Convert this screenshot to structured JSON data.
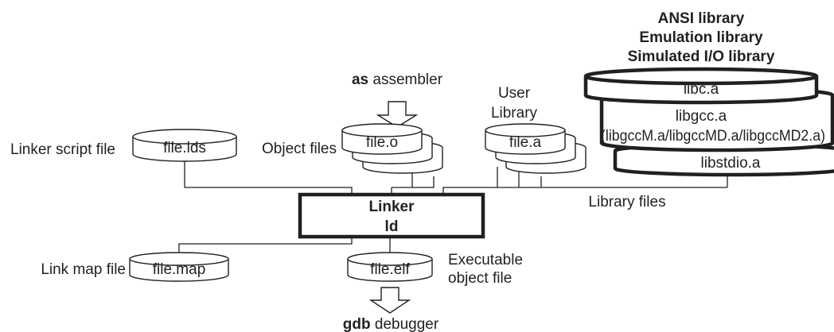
{
  "assembler": {
    "bold": "as",
    "text": " assembler"
  },
  "debugger": {
    "bold": "gdb",
    "text": " debugger"
  },
  "linker": {
    "line1": "Linker",
    "line2": "ld"
  },
  "linker_script": {
    "label": "Linker script file",
    "file": "file.lds"
  },
  "object_files": {
    "label": "Object files",
    "file": "file.o"
  },
  "user_library": {
    "line1": "User",
    "line2": "Library",
    "file": "file.a"
  },
  "system_libraries": {
    "title_lines": [
      "ANSI library",
      "Emulation library",
      "Simulated I/O library"
    ],
    "libc": "libc.a",
    "libgcc": "libgcc.a",
    "libgcc_variants": "(libgccM.a/libgccMD.a/libgccMD2.a)",
    "libstdio": "libstdio.a"
  },
  "library_files_label": "Library files",
  "link_map": {
    "label": "Link map file",
    "file": "file.map"
  },
  "executable": {
    "file": "file.elf",
    "line1": "Executable",
    "line2": "object file"
  },
  "colors": {
    "ink": "#231f20",
    "background": "#ffffff"
  }
}
